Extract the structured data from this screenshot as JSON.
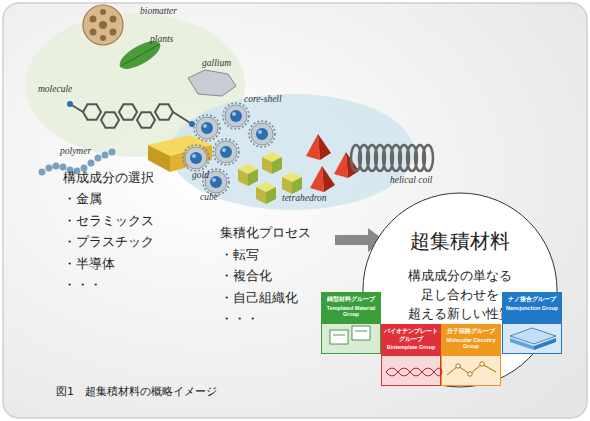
{
  "diagram": {
    "caption": "図1　超集積材料の概略イメージ",
    "nodes": [
      {
        "text": [
          "超集積材料",
          "構成成分の単なる 足し合わせを 超える新しい性質"
        ]
      },
      {
        "text": [
          "鋳型材料グループ",
          "Templated Material Group"
        ]
      },
      {
        "text": [
          "バイオテンプレート グループ",
          "Biotemplate Group"
        ]
      },
      {
        "text": [
          "分子回路グループ",
          "Molecular Circuitry Group"
        ]
      },
      {
        "text": [
          "ナノ接合グループ",
          "Nanojunction Group"
        ]
      }
    ],
    "labels": [
      "biomatter",
      "plants",
      "gallium",
      "molecule",
      "polymer",
      "gold",
      "core-shell",
      "cube",
      "tetrahedron",
      "helical coil",
      "構成成分の選択",
      "・金属",
      "・セラミックス",
      "・プラスチック",
      "・半導体",
      "・・・",
      "集積化プロセス",
      "・転写",
      "・複合化",
      "・自己組織化",
      "・・・"
    ]
  }
}
